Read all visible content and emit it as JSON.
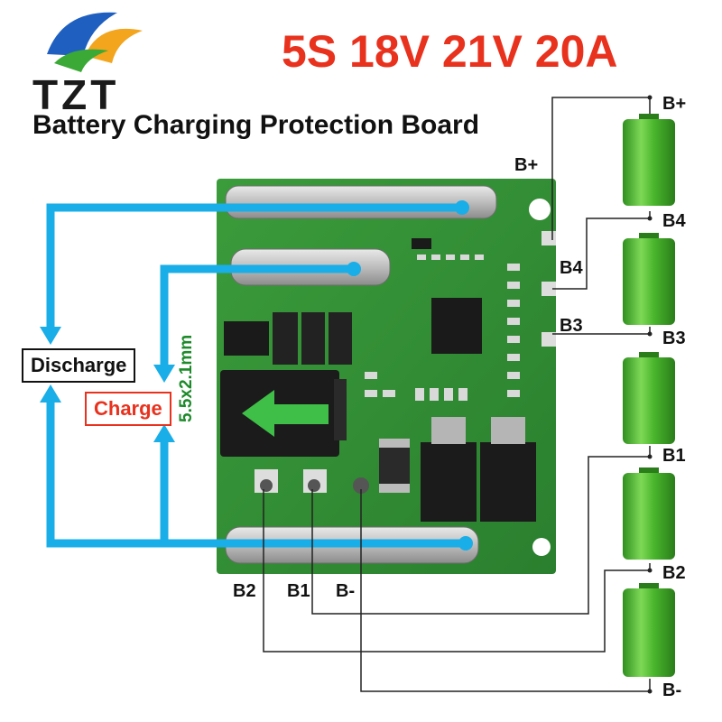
{
  "brand": {
    "name": "TZT"
  },
  "headline": "5S 18V 21V 20A",
  "subtitle": "Battery Charging Protection Board",
  "dc_jack_size": "5.5x2.1mm",
  "ports": {
    "discharge": "Discharge",
    "charge": "Charge"
  },
  "board_pad_labels": {
    "b_plus": "B+",
    "b4": "B4",
    "b3": "B3",
    "b2": "B2",
    "b1": "B1",
    "b_minus": "B-"
  },
  "battery_labels": [
    "B+",
    "B4",
    "B3",
    "B1",
    "B2",
    "B-"
  ],
  "colors": {
    "headline": "#e8321e",
    "arrow": "#19aee8",
    "cell": "#3fae2a",
    "board": "#2e8b2e"
  }
}
